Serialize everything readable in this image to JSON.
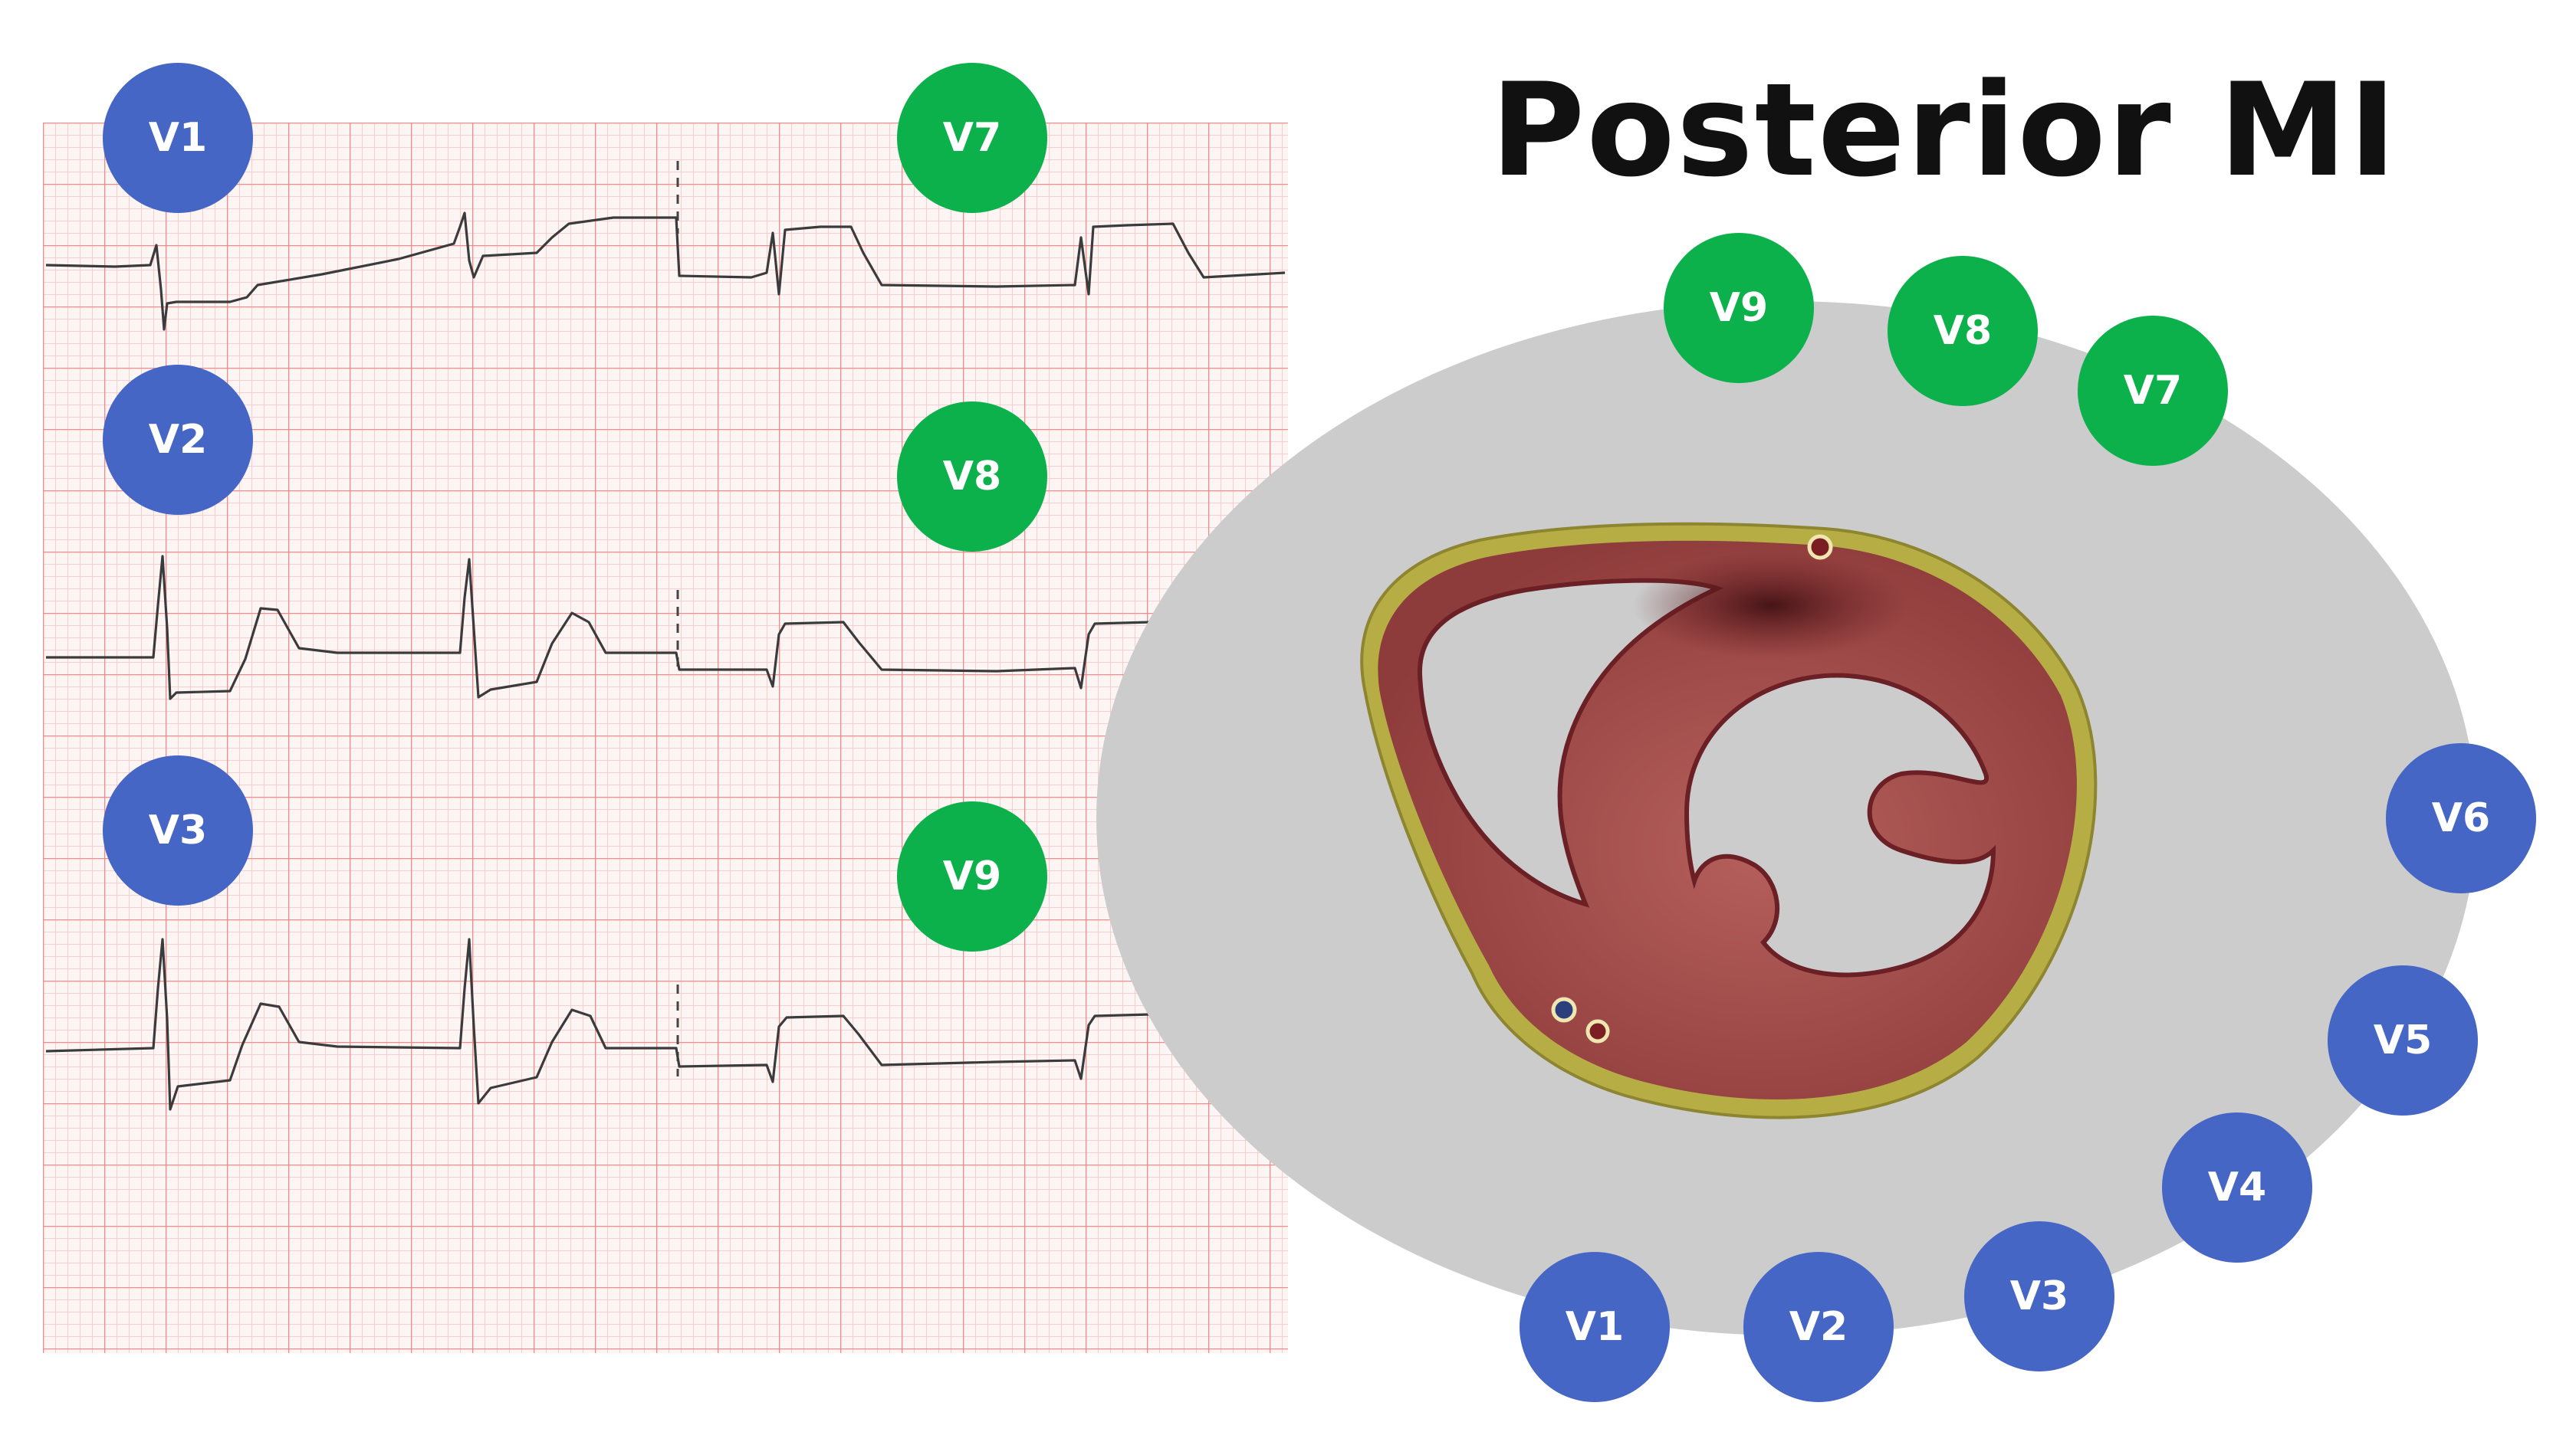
{
  "title": "Posterior MI",
  "colors": {
    "anterior_lead": "#4566c4",
    "posterior_lead": "#0db14b",
    "ecg_grid_minor": "#f4b9b9",
    "ecg_grid_major": "#ee8a8a",
    "ecg_paper": "#fdf3f3",
    "ecg_trace": "#3a3a3a",
    "thorax": "#cccccc",
    "myocardium": "#a9514f",
    "epicardium": "#b9b14a"
  },
  "ecg_strip": {
    "left_leads": [
      "V1",
      "V2",
      "V3"
    ],
    "right_leads": [
      "V7",
      "V8",
      "V9"
    ]
  },
  "heart_diagram": {
    "posterior_leads": [
      "V9",
      "V8",
      "V7"
    ],
    "anterior_leads": [
      "V6",
      "V5",
      "V4",
      "V3",
      "V2",
      "V1"
    ]
  }
}
